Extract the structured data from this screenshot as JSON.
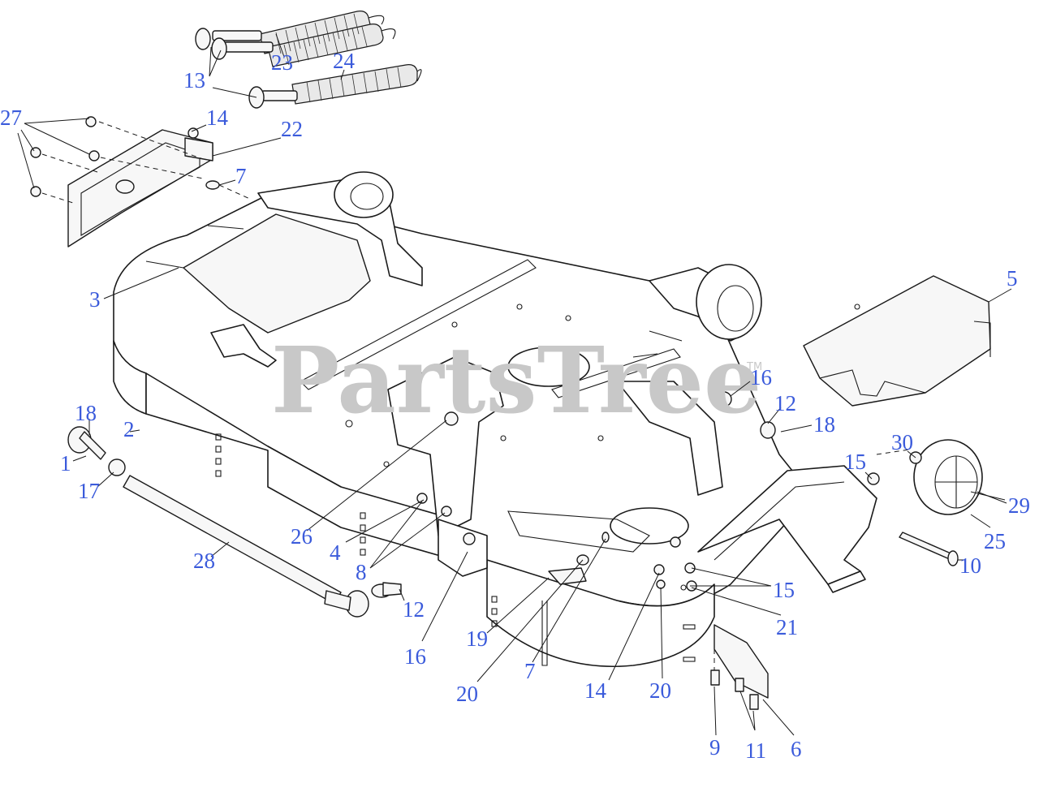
{
  "watermark": {
    "text": "PartsTree",
    "trademark": "TM",
    "color": "#c8c8c8"
  },
  "colors": {
    "callout": "#3b5bdb",
    "line": "#1a1a1a",
    "part_fill": "#f7f7f7"
  },
  "callouts": [
    {
      "id": "c27",
      "label": "27"
    },
    {
      "id": "c13",
      "label": "13"
    },
    {
      "id": "c23",
      "label": "23"
    },
    {
      "id": "c24",
      "label": "24"
    },
    {
      "id": "c14a",
      "label": "14"
    },
    {
      "id": "c22",
      "label": "22"
    },
    {
      "id": "c7a",
      "label": "7"
    },
    {
      "id": "c3",
      "label": "3"
    },
    {
      "id": "c5",
      "label": "5"
    },
    {
      "id": "c16a",
      "label": "16"
    },
    {
      "id": "c12a",
      "label": "12"
    },
    {
      "id": "c18a",
      "label": "18"
    },
    {
      "id": "c18b",
      "label": "18"
    },
    {
      "id": "c2",
      "label": "2"
    },
    {
      "id": "c1",
      "label": "1"
    },
    {
      "id": "c17",
      "label": "17"
    },
    {
      "id": "c30",
      "label": "30"
    },
    {
      "id": "c15a",
      "label": "15"
    },
    {
      "id": "c29",
      "label": "29"
    },
    {
      "id": "c25",
      "label": "25"
    },
    {
      "id": "c10",
      "label": "10"
    },
    {
      "id": "c26",
      "label": "26"
    },
    {
      "id": "c4",
      "label": "4"
    },
    {
      "id": "c8",
      "label": "8"
    },
    {
      "id": "c28",
      "label": "28"
    },
    {
      "id": "c12b",
      "label": "12"
    },
    {
      "id": "c15b",
      "label": "15"
    },
    {
      "id": "c21",
      "label": "21"
    },
    {
      "id": "c19",
      "label": "19"
    },
    {
      "id": "c16b",
      "label": "16"
    },
    {
      "id": "c20a",
      "label": "20"
    },
    {
      "id": "c7b",
      "label": "7"
    },
    {
      "id": "c14b",
      "label": "14"
    },
    {
      "id": "c20b",
      "label": "20"
    },
    {
      "id": "c9",
      "label": "9"
    },
    {
      "id": "c11",
      "label": "11"
    },
    {
      "id": "c6",
      "label": "6"
    }
  ]
}
